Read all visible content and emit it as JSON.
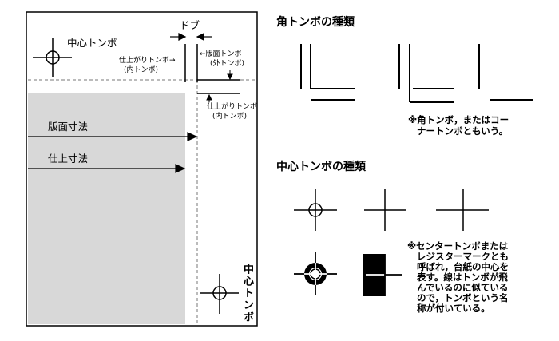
{
  "left": {
    "center_tombo_label": "中心トンボ",
    "center_tombo_vertical": "中心トンボ",
    "dobu_label": "ドブ",
    "shiagari_left_1": "仕上がりトンボ→",
    "shiagari_left_2": "(内トンボ)",
    "hanmen_tombo_1": "←版面トンボ",
    "hanmen_tombo_2": "(外トンボ)",
    "shiagari_below_1": "仕上がりトンボ",
    "shiagari_below_2": "(内トンボ)",
    "hanmen_sunpo": "版面寸法",
    "shiage_sunpo": "仕上寸法"
  },
  "right": {
    "kaku_title": "角トンボの種類",
    "kaku_note_1": "※角トンボ，またはコー",
    "kaku_note_2": "ナートンボともいう。",
    "chushin_title": "中心トンボの種類",
    "chushin_note": [
      "※センタートンボまたは",
      "レジスターマークとも",
      "呼ばれ，台紙の中心を",
      "表す。線はトンボが飛",
      "んでいるのに似ている",
      "ので，トンボという名",
      "称が付いている。"
    ]
  },
  "colors": {
    "gray_area": "#d8d8d8",
    "ink": "#000000"
  }
}
